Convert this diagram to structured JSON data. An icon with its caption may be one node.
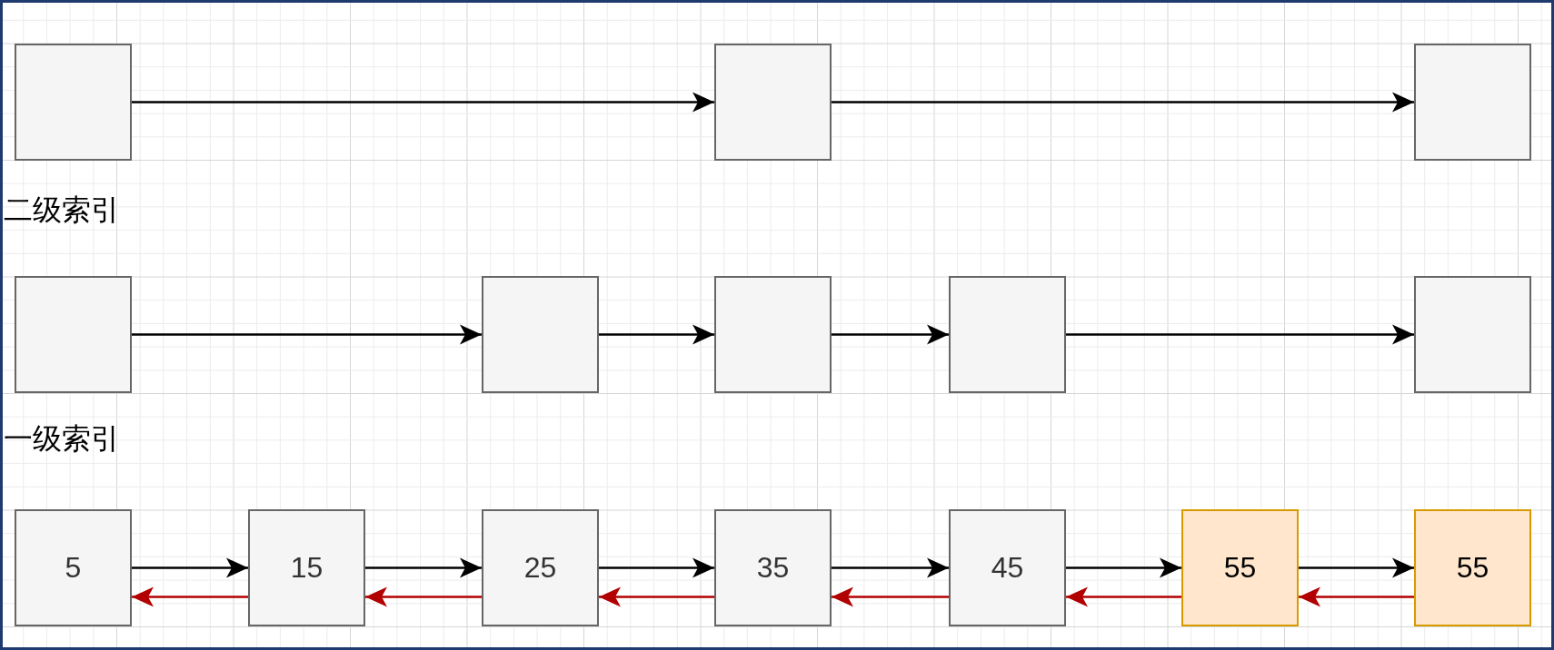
{
  "diagram": {
    "nodes": [
      {
        "text": [],
        "shape": "box"
      },
      {
        "text": [],
        "shape": "box"
      },
      {
        "text": [],
        "shape": "box"
      },
      {
        "text": [],
        "shape": "box"
      },
      {
        "text": [],
        "shape": "box"
      },
      {
        "text": [],
        "shape": "box"
      },
      {
        "text": [],
        "shape": "box"
      },
      {
        "text": [],
        "shape": "box"
      },
      {
        "text": [
          "5"
        ]
      },
      {
        "text": [
          "15"
        ]
      },
      {
        "text": [
          "25"
        ]
      },
      {
        "text": [
          "35"
        ]
      },
      {
        "text": [
          "45"
        ]
      },
      {
        "text": [
          "55"
        ]
      },
      {
        "text": [
          "55"
        ]
      }
    ],
    "edges": [
      {
        "from": 0,
        "to": 1,
        "arrow": "to"
      },
      {
        "from": 1,
        "to": 2,
        "arrow": "to"
      },
      {
        "from": 3,
        "to": 4,
        "arrow": "to"
      },
      {
        "from": 4,
        "to": 5,
        "arrow": "to"
      },
      {
        "from": 5,
        "to": 6,
        "arrow": "to"
      },
      {
        "from": 6,
        "to": 7,
        "arrow": "to"
      },
      {
        "from": 8,
        "to": 9,
        "arrow": "to"
      },
      {
        "from": 9,
        "to": 10,
        "arrow": "to"
      },
      {
        "from": 10,
        "to": 11,
        "arrow": "to"
      },
      {
        "from": 11,
        "to": 12,
        "arrow": "to"
      },
      {
        "from": 12,
        "to": 13,
        "arrow": "to"
      },
      {
        "from": 13,
        "to": 14,
        "arrow": "to"
      },
      {
        "from": 9,
        "to": 8,
        "arrow": "to",
        "color": "#b20000"
      },
      {
        "from": 10,
        "to": 9,
        "arrow": "to",
        "color": "#b20000"
      },
      {
        "from": 11,
        "to": 10,
        "arrow": "to",
        "color": "#b20000"
      },
      {
        "from": 12,
        "to": 11,
        "arrow": "to",
        "color": "#b20000"
      },
      {
        "from": 13,
        "to": 12,
        "arrow": "to",
        "color": "#b20000"
      },
      {
        "from": 14,
        "to": 13,
        "arrow": "to",
        "color": "#b20000"
      }
    ],
    "labels": [
      "二级索引",
      "一级索引"
    ]
  }
}
